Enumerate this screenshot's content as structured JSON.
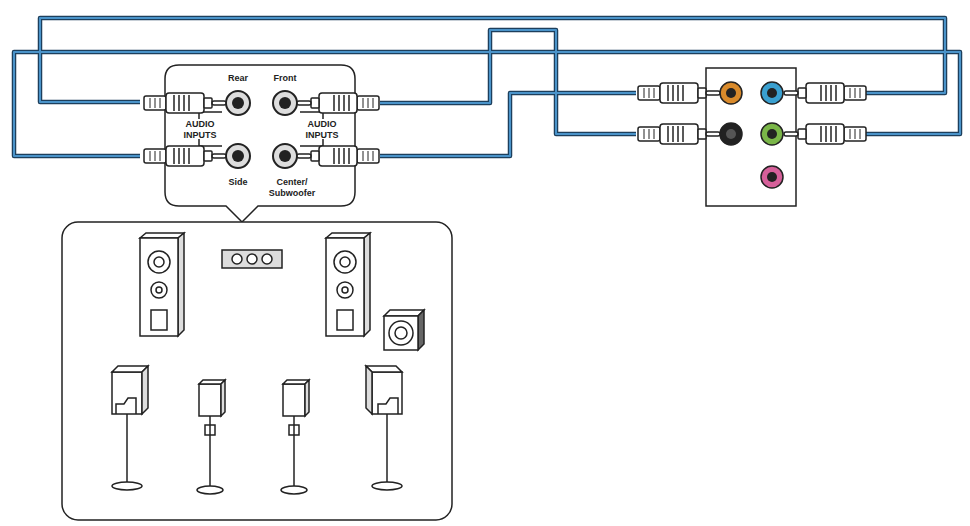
{
  "diagram": {
    "nodes": [
      {
        "text": [
          "Rear",
          "Front",
          "AUDIO INPUTS",
          "AUDIO INPUTS",
          "Side",
          "Center/ Subwoofer"
        ]
      }
    ]
  }
}
